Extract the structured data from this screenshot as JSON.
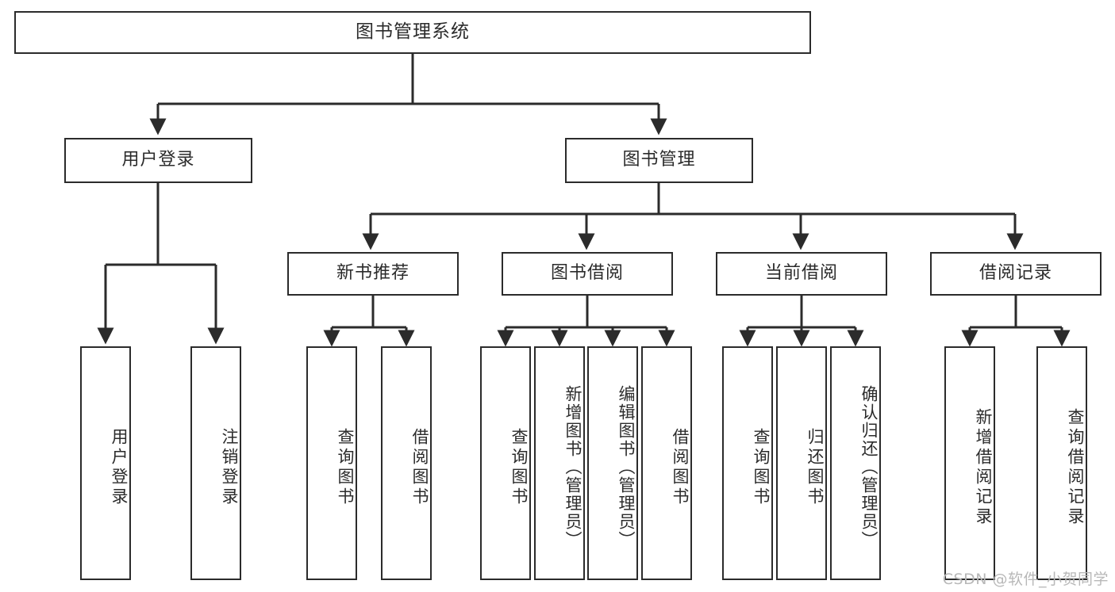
{
  "diagram": {
    "title": "图书管理系统",
    "type": "tree",
    "root": {
      "label": "图书管理系统"
    },
    "level1": [
      {
        "label": "用户登录"
      },
      {
        "label": "图书管理"
      }
    ],
    "level2": [
      {
        "label": "新书推荐"
      },
      {
        "label": "图书借阅"
      },
      {
        "label": "当前借阅"
      },
      {
        "label": "借阅记录"
      }
    ],
    "leaves": [
      {
        "label": "用户登录",
        "parent": "用户登录"
      },
      {
        "label": "注销登录",
        "parent": "用户登录"
      },
      {
        "label": "查询图书",
        "parent": "新书推荐"
      },
      {
        "label": "借阅图书",
        "parent": "新书推荐"
      },
      {
        "label": "查询图书",
        "parent": "图书借阅"
      },
      {
        "label": "新增图书（管理员）",
        "parent": "图书借阅"
      },
      {
        "label": "编辑图书（管理员）",
        "parent": "图书借阅"
      },
      {
        "label": "借阅图书",
        "parent": "图书借阅"
      },
      {
        "label": "查询图书",
        "parent": "当前借阅"
      },
      {
        "label": "归还图书",
        "parent": "当前借阅"
      },
      {
        "label": "确认归还（管理员）",
        "parent": "当前借阅"
      },
      {
        "label": "新增借阅记录",
        "parent": "借阅记录"
      },
      {
        "label": "查询借阅记录",
        "parent": "借阅记录"
      }
    ],
    "watermark": "CSDN @软件_小贺同学",
    "colors": {
      "stroke": "#2b2b2b",
      "fill": "#ffffff",
      "text": "#2b2b2b",
      "watermark": "#b8b8b8"
    }
  }
}
